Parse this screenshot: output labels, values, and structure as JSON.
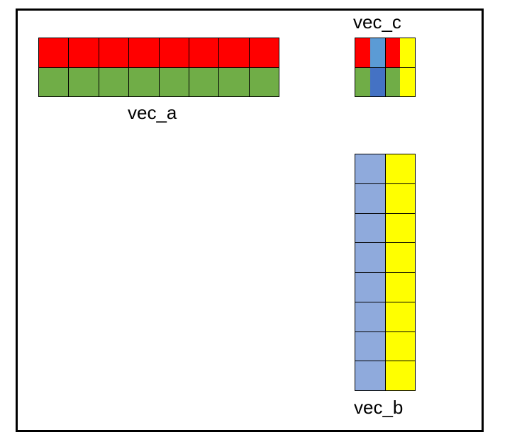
{
  "labels": {
    "vec_a": "vec_a",
    "vec_b": "vec_b",
    "vec_c": "vec_c"
  },
  "colors": {
    "red": "#ff0000",
    "green": "#70ad47",
    "light_blue": "#8faadc",
    "yellow": "#ffff00",
    "sky_blue": "#5b9bd5",
    "blue": "#4472c4"
  },
  "vec_a": {
    "rows": 2,
    "cols": 8,
    "row_colors": [
      "red",
      "green"
    ]
  },
  "vec_b": {
    "rows": 8,
    "cols": 2,
    "col_colors": [
      "light_blue",
      "yellow"
    ]
  },
  "vec_c": {
    "rows": 2,
    "cols": 2,
    "cells": [
      [
        [
          "red",
          "sky_blue"
        ],
        [
          "red",
          "yellow"
        ]
      ],
      [
        [
          "green",
          "blue"
        ],
        [
          "green",
          "yellow"
        ]
      ]
    ]
  }
}
